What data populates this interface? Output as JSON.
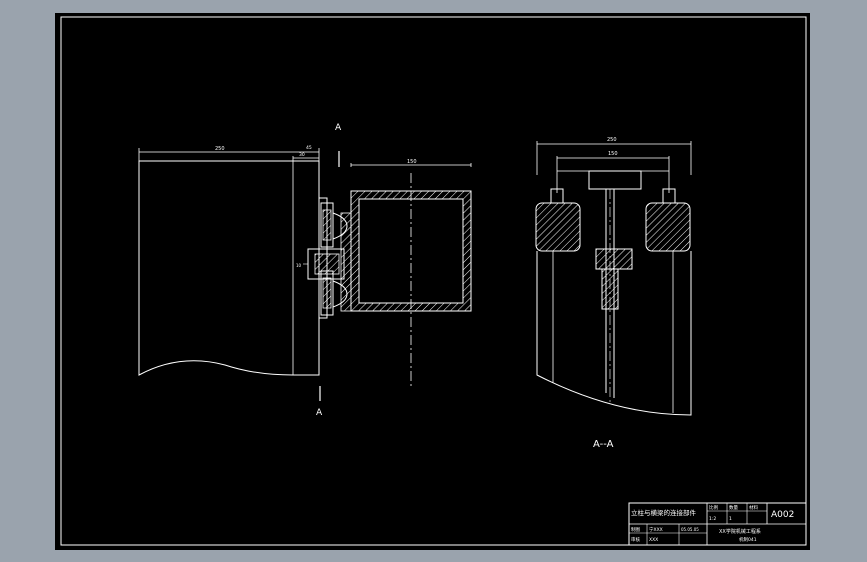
{
  "colors": {
    "background": "#9aa3ad",
    "canvas": "#000000",
    "lines": "#ffffff",
    "hatch": "#ffffff"
  },
  "drawing": {
    "section_marker_top": "A",
    "section_marker_bottom": "A",
    "section_title": "A--A",
    "front_dims": {
      "overall_width": "250",
      "offset_a": "45",
      "offset_b": "30",
      "tube_width": "150",
      "bolt_label": "10"
    },
    "section_dims": {
      "overall_width": "250",
      "inner_width": "150"
    }
  },
  "title_block": {
    "name": "立柱与横梁的连接部件",
    "col_scale_header": "比例",
    "col_qty_header": "数量",
    "col_material_header": "材料",
    "scale": "1:2",
    "qty": "1",
    "drawing_no": "A002",
    "designer_label": "制图",
    "designer_name": "宁XXX",
    "date": "05.05.05",
    "checker_label": "审核",
    "checker_name": "XXX",
    "school": "XX学院机械工程系",
    "class": "机制041"
  }
}
